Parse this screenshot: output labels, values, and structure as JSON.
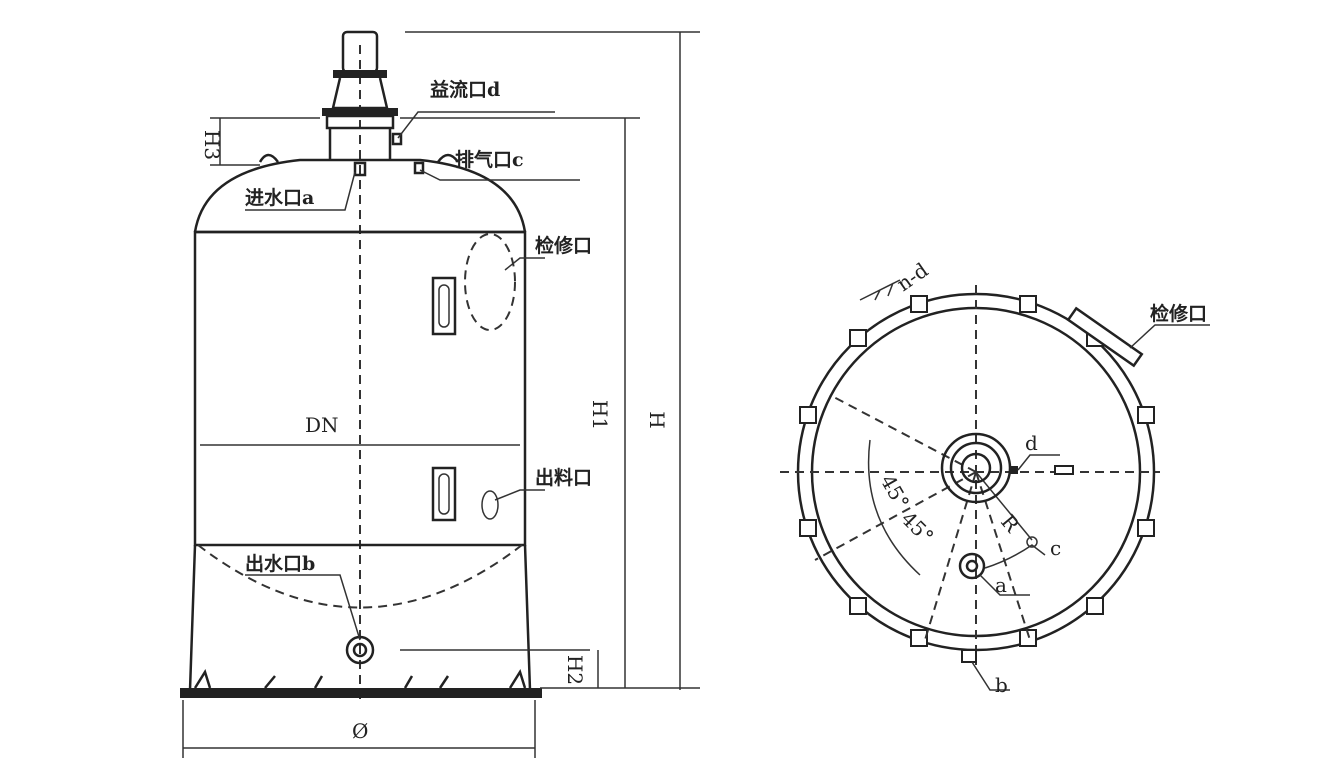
{
  "side_view": {
    "overflow_port": "益流口d",
    "vent_port": "排气口c",
    "inlet_port": "进水口a",
    "manhole": "检修口",
    "diameter_label": "DN",
    "discharge_port": "出料口",
    "outlet_port": "出水口b",
    "dim_h3": "H3",
    "dim_h1": "H1",
    "dim_h": "H",
    "dim_h2": "H2",
    "dim_base": "Ø"
  },
  "top_view": {
    "bolt_label": "n-d",
    "manhole": "检修口",
    "port_d": "d",
    "radius": "R",
    "port_c": "c",
    "angle_1": "45°",
    "angle_2": "45°",
    "port_a": "a",
    "port_b": "b"
  }
}
